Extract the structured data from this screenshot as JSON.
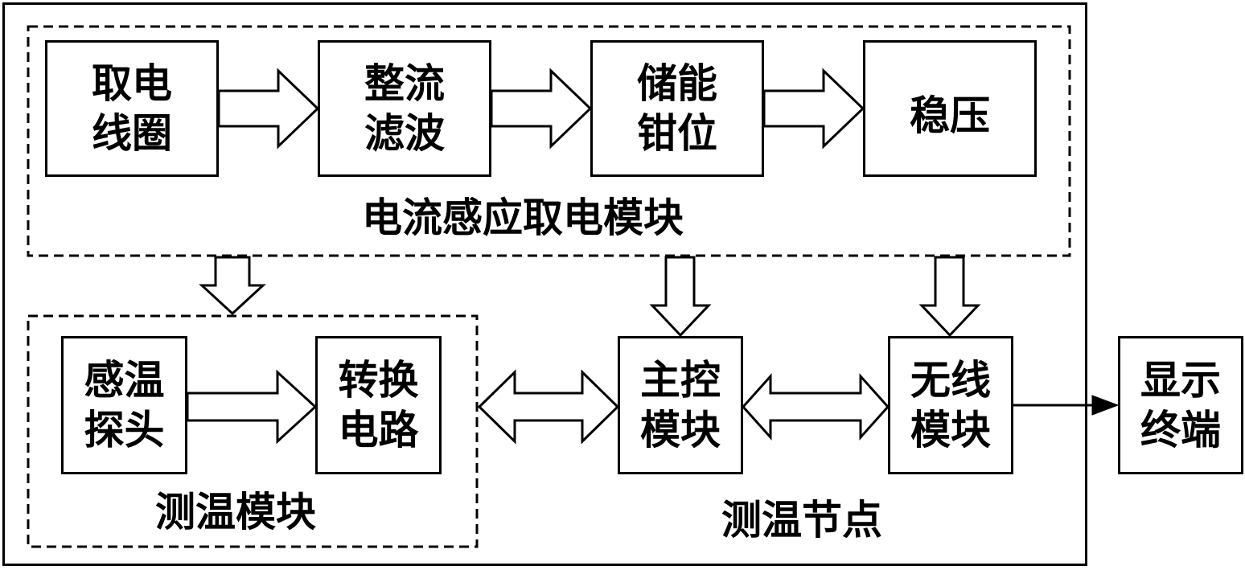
{
  "outer_label": "测温节点",
  "power_module": {
    "label": "电流感应取电模块",
    "blocks": [
      [
        "取电",
        "线圈"
      ],
      [
        "整流",
        "滤波"
      ],
      [
        "储能",
        "钳位"
      ],
      [
        "稳压"
      ]
    ]
  },
  "temp_module": {
    "label": "测温模块",
    "blocks": [
      [
        "感温",
        "探头"
      ],
      [
        "转换",
        "电路"
      ]
    ]
  },
  "main_control": [
    "主控",
    "模块"
  ],
  "wireless": [
    "无线",
    "模块"
  ],
  "display": [
    "显示",
    "终端"
  ]
}
